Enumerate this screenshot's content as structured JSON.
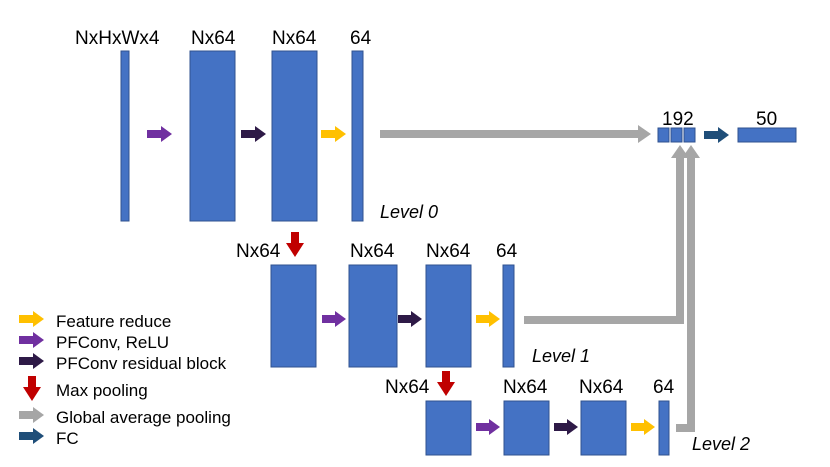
{
  "colors": {
    "block": "#4472C4",
    "block_stroke": "#2F528F",
    "feature_reduce": "#FFC000",
    "pfconv_relu": "#7030A0",
    "residual_block": "#2E1A47",
    "max_pooling": "#C00000",
    "global_avg_pooling": "#A6A6A6",
    "fc": "#1F4E79"
  },
  "level0": {
    "input_label": "NxHxWx4",
    "conv1_label": "Nx64",
    "conv2_label": "Nx64",
    "reduce_label": "64",
    "level_label": "Level 0"
  },
  "level1": {
    "pool_label": "Nx64",
    "conv1_label": "Nx64",
    "conv2_label": "Nx64",
    "reduce_label": "64",
    "level_label": "Level 1"
  },
  "level2": {
    "pool_label": "Nx64",
    "conv1_label": "Nx64",
    "conv2_label": "Nx64",
    "reduce_label": "64",
    "level_label": "Level 2"
  },
  "head": {
    "concat_label": "192",
    "fc_label": "50"
  },
  "legend": {
    "items": [
      {
        "label": "Feature reduce",
        "icon": "yellow-right-arrow"
      },
      {
        "label": "PFConv, ReLU",
        "icon": "purple-right-arrow"
      },
      {
        "label": "PFConv residual block",
        "icon": "dark-purple-right-arrow"
      },
      {
        "label": "Max pooling",
        "icon": "red-down-arrow"
      },
      {
        "label": "Global average pooling",
        "icon": "gray-right-arrow"
      },
      {
        "label": "FC",
        "icon": "navy-right-arrow"
      }
    ]
  }
}
